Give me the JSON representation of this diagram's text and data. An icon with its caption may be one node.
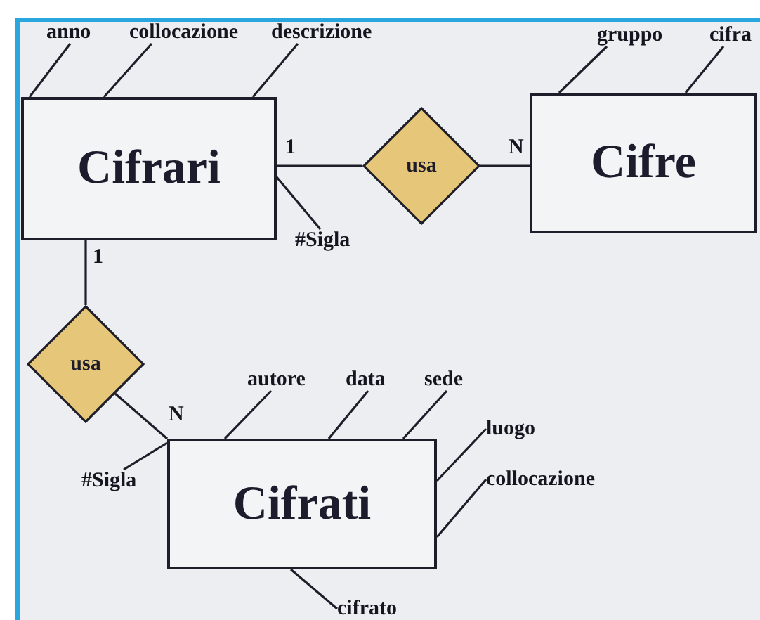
{
  "diagram": {
    "nodes": [
      {
        "text": [
          "Cifrari"
        ]
      },
      {
        "text": [
          "usa"
        ]
      },
      {
        "text": [
          "Cifre"
        ]
      },
      {
        "text": [
          "usa"
        ]
      },
      {
        "text": [
          "Cifrati"
        ]
      },
      {
        "text": [
          "anno"
        ]
      },
      {
        "text": [
          "collocazione"
        ]
      },
      {
        "text": [
          "descrizione"
        ]
      },
      {
        "text": [
          "#Sigla"
        ]
      },
      {
        "text": [
          "gruppo"
        ]
      },
      {
        "text": [
          "cifra"
        ]
      },
      {
        "text": [
          "#Sigla"
        ]
      },
      {
        "text": [
          "autore"
        ]
      },
      {
        "text": [
          "data"
        ]
      },
      {
        "text": [
          "sede"
        ]
      },
      {
        "text": [
          "luogo"
        ]
      },
      {
        "text": [
          "collocazione"
        ]
      },
      {
        "text": [
          "cifrato"
        ]
      }
    ],
    "edges": [
      {
        "from": 0,
        "to": 1,
        "arrow": "none",
        "label": "1"
      },
      {
        "from": 1,
        "to": 2,
        "arrow": "none",
        "label": "N"
      },
      {
        "from": 0,
        "to": 3,
        "arrow": "none",
        "label": "1"
      },
      {
        "from": 3,
        "to": 4,
        "arrow": "none",
        "label": "N"
      },
      {
        "from": 0,
        "to": 5,
        "arrow": "none"
      },
      {
        "from": 0,
        "to": 6,
        "arrow": "none"
      },
      {
        "from": 0,
        "to": 7,
        "arrow": "none"
      },
      {
        "from": 0,
        "to": 8,
        "arrow": "none"
      },
      {
        "from": 2,
        "to": 9,
        "arrow": "none"
      },
      {
        "from": 2,
        "to": 10,
        "arrow": "none"
      },
      {
        "from": 4,
        "to": 11,
        "arrow": "none"
      },
      {
        "from": 4,
        "to": 12,
        "arrow": "none"
      },
      {
        "from": 4,
        "to": 13,
        "arrow": "none"
      },
      {
        "from": 4,
        "to": 14,
        "arrow": "none"
      },
      {
        "from": 4,
        "to": 15,
        "arrow": "none"
      },
      {
        "from": 4,
        "to": 16,
        "arrow": "none"
      },
      {
        "from": 4,
        "to": 17,
        "arrow": "none"
      }
    ]
  }
}
